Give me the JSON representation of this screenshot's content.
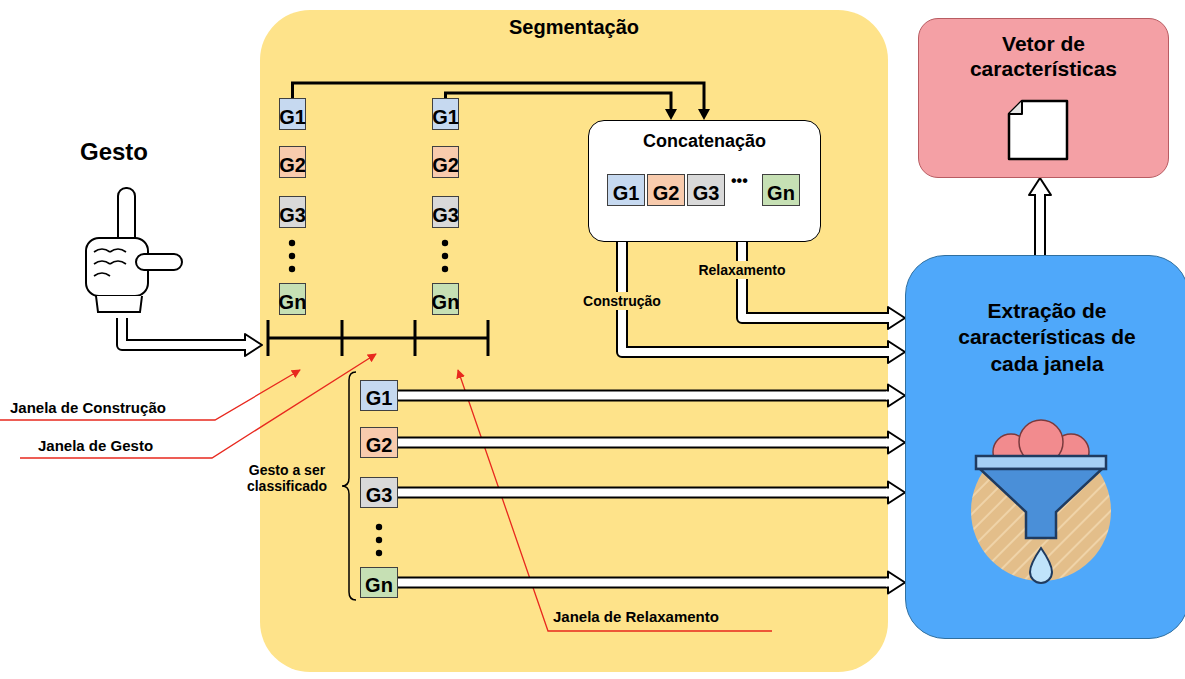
{
  "diagram": {
    "nodes": [
      {
        "text": [
          "Segmentação"
        ]
      },
      {
        "text": [
          "G1"
        ],
        "in": 0
      },
      {
        "text": [
          "G2"
        ],
        "in": 0
      },
      {
        "text": [
          "G3"
        ],
        "in": 0
      },
      {
        "text": [
          "Gn"
        ],
        "in": 0
      },
      {
        "text": [
          "G1"
        ],
        "in": 0
      },
      {
        "text": [
          "G2"
        ],
        "in": 0
      },
      {
        "text": [
          "G3"
        ],
        "in": 0
      },
      {
        "text": [
          "Gn"
        ],
        "in": 0
      },
      {
        "text": [
          "Concatenação"
        ],
        "in": 0
      },
      {
        "text": [
          "G1"
        ],
        "in": 9
      },
      {
        "text": [
          "G2"
        ],
        "in": 9
      },
      {
        "text": [
          "G3"
        ],
        "in": 9
      },
      {
        "text": [
          "Gn"
        ],
        "in": 9
      },
      {
        "text": [
          "G1"
        ],
        "in": 0
      },
      {
        "text": [
          "G2"
        ],
        "in": 0
      },
      {
        "text": [
          "G3"
        ],
        "in": 0
      },
      {
        "text": [
          "Gn"
        ],
        "in": 0
      },
      {
        "text": [
          "Vetor de características"
        ]
      },
      {
        "text": [
          "Extração de características de cada janela"
        ]
      }
    ],
    "edges": [
      {
        "from": 1,
        "to": 9,
        "arrow": "to"
      },
      {
        "from": 5,
        "to": 9,
        "arrow": "to"
      },
      {
        "from": 9,
        "to": 19,
        "label": "Construção",
        "arrow": "to"
      },
      {
        "from": 9,
        "to": 19,
        "label": "Relaxamento",
        "arrow": "to"
      },
      {
        "from": 14,
        "to": 19,
        "arrow": "to"
      },
      {
        "from": 15,
        "to": 19,
        "arrow": "to"
      },
      {
        "from": 16,
        "to": 19,
        "arrow": "to"
      },
      {
        "from": 17,
        "to": 19,
        "arrow": "to"
      },
      {
        "from": 19,
        "to": 18,
        "arrow": "to"
      }
    ],
    "labels": [
      "Gesto",
      "•••",
      "Janela de Construção",
      "Janela de Gesto",
      "Gesto a ser classificado",
      "Janela de Relaxamento"
    ]
  }
}
